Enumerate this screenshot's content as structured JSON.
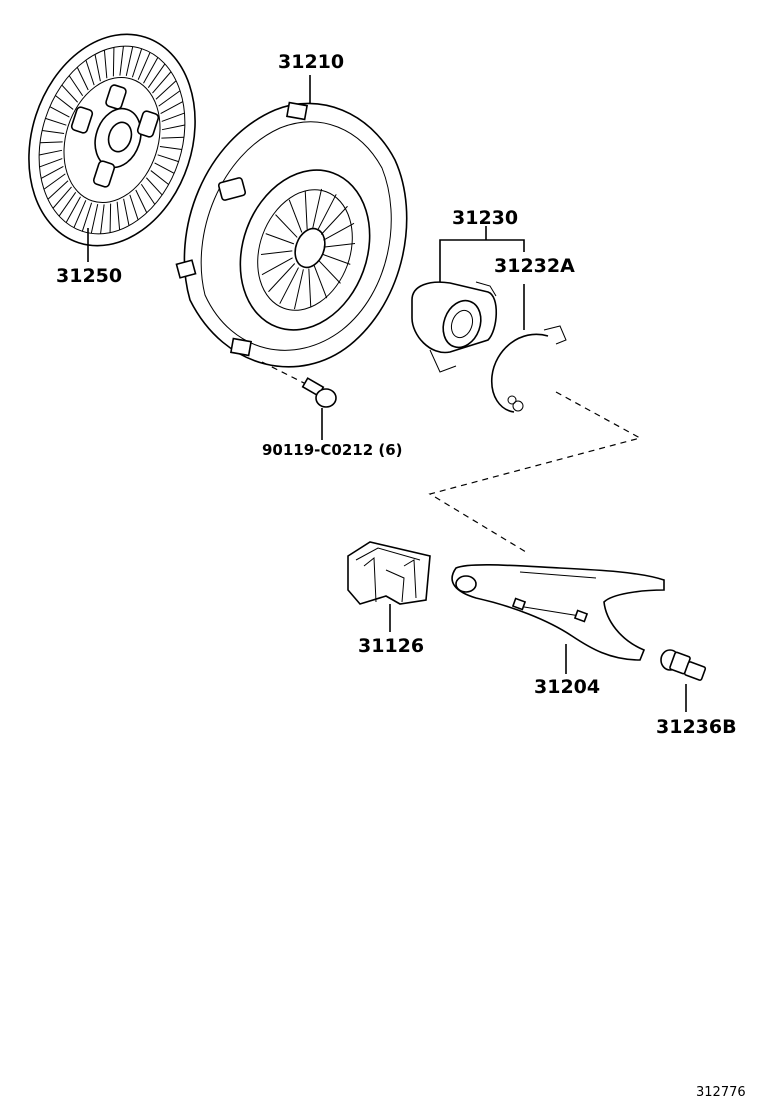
{
  "labels": {
    "clutch_disc": "31250",
    "pressure_plate": "31210",
    "release_bearing": "31230",
    "bearing_clip": "31232A",
    "bolt": "90119-C0212 (6)",
    "boot": "31126",
    "release_fork": "31204",
    "pivot": "31236B"
  },
  "reference_number": "312776"
}
